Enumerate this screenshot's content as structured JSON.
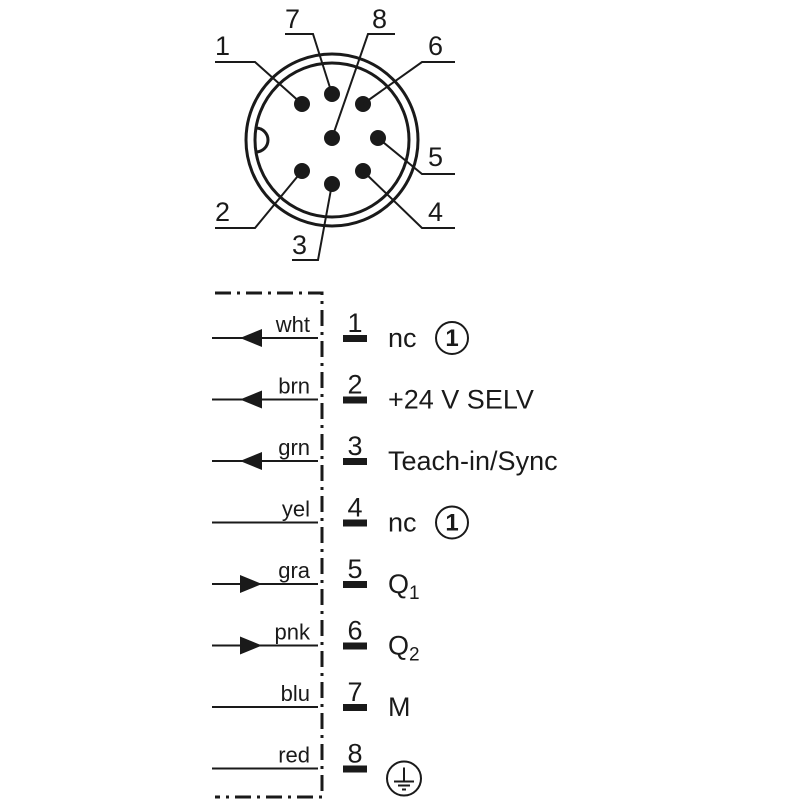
{
  "connector": {
    "pins": [
      {
        "num": "1"
      },
      {
        "num": "2"
      },
      {
        "num": "3"
      },
      {
        "num": "4"
      },
      {
        "num": "5"
      },
      {
        "num": "6"
      },
      {
        "num": "7"
      },
      {
        "num": "8"
      }
    ]
  },
  "wiring": [
    {
      "pin": "1",
      "color": "wht",
      "func": "nc",
      "note": "1",
      "arrow": "in"
    },
    {
      "pin": "2",
      "color": "brn",
      "func": "+24 V SELV",
      "arrow": "in"
    },
    {
      "pin": "3",
      "color": "grn",
      "func": "Teach-in/Sync",
      "arrow": "in"
    },
    {
      "pin": "4",
      "color": "yel",
      "func": "nc",
      "note": "1",
      "arrow": "none"
    },
    {
      "pin": "5",
      "color": "gra",
      "func": "Q",
      "sub": "1",
      "arrow": "out"
    },
    {
      "pin": "6",
      "color": "pnk",
      "func": "Q",
      "sub": "2",
      "arrow": "out"
    },
    {
      "pin": "7",
      "color": "blu",
      "func": "M",
      "arrow": "none"
    },
    {
      "pin": "8",
      "color": "red",
      "func": "",
      "symbol": "ground-icon",
      "arrow": "none"
    }
  ]
}
